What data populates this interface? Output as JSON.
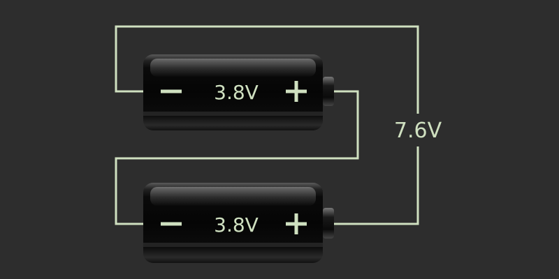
{
  "diagram": {
    "total_voltage": "7.6V",
    "batteries": [
      {
        "voltage": "3.8V",
        "negative": "−",
        "positive": "+"
      },
      {
        "voltage": "3.8V",
        "negative": "−",
        "positive": "+"
      }
    ],
    "colors": {
      "background": "#2d2d2d",
      "wire": "#cfe0c0",
      "battery_body": "#0d0d0d"
    }
  }
}
